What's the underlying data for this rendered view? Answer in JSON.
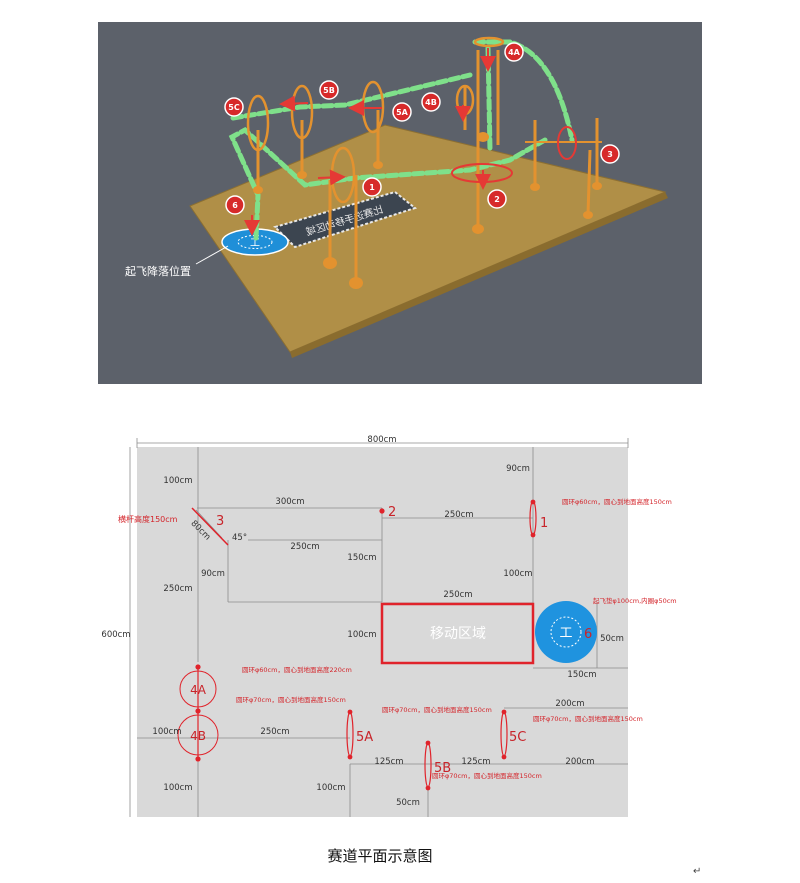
{
  "render3d": {
    "badges": [
      "1",
      "2",
      "3",
      "4A",
      "4B",
      "5A",
      "5B",
      "5C",
      "6"
    ],
    "zone_text": "比赛选手移动区域",
    "takeoff_label": "起飞降落位置",
    "pad_symbol": "工"
  },
  "plan": {
    "dims": {
      "total_width": "800cm",
      "total_height": "600cm",
      "left_100_top": "100cm",
      "left_250": "250cm",
      "mid_90": "90cm",
      "right_90": "90cm",
      "span_300": "300cm",
      "span_250_top": "250cm",
      "span_250_mid": "250cm",
      "v_150": "150cm",
      "v_100_right": "100cm",
      "zone_250": "250cm",
      "zone_100": "100cm",
      "pad_50": "50cm",
      "pad_150": "150cm",
      "left_100_4b": "100cm",
      "span_250_4b": "250cm",
      "left_100_bottom": "100cm",
      "span_125_a": "125cm",
      "span_125_b": "125cm",
      "bottom_100": "100cm",
      "bottom_50": "50cm",
      "span_200_top": "200cm",
      "span_200_bottom": "200cm",
      "diag_80": "80cm",
      "angle_45": "45°"
    },
    "notes": {
      "crossbar": "横杆高度150cm",
      "ring1": "圆环φ60cm，圆心到地面高度150cm",
      "ring4a": "圆环φ60cm，圆心到地面高度220cm",
      "ring4b": "圆环φ70cm，圆心到地面高度150cm",
      "ring5a": "圆环φ70cm，圆心到地面高度150cm",
      "ring5c": "圆环φ70cm，圆心到地面高度150cm",
      "ring5b": "圆环φ70cm，圆心到地面高度150cm",
      "pad": "起飞垫φ100cm,内圈φ50cm"
    },
    "labels": {
      "l1": "1",
      "l2": "2",
      "l3": "3",
      "l4a": "4A",
      "l4b": "4B",
      "l5a": "5A",
      "l5b": "5B",
      "l5c": "5C",
      "l6": "6",
      "zone": "移动区域",
      "pad_symbol": "工"
    }
  },
  "caption": "赛道平面示意图",
  "colors": {
    "render_bg": "#5c616a",
    "floor": "#b08f47",
    "green_path": "#7fe08a",
    "orange_pole": "#e3922f",
    "red_badge": "#d72a2a",
    "plan_bg": "#d9d9d9",
    "plan_red": "#e0232b",
    "pad_blue": "#1f93df"
  }
}
